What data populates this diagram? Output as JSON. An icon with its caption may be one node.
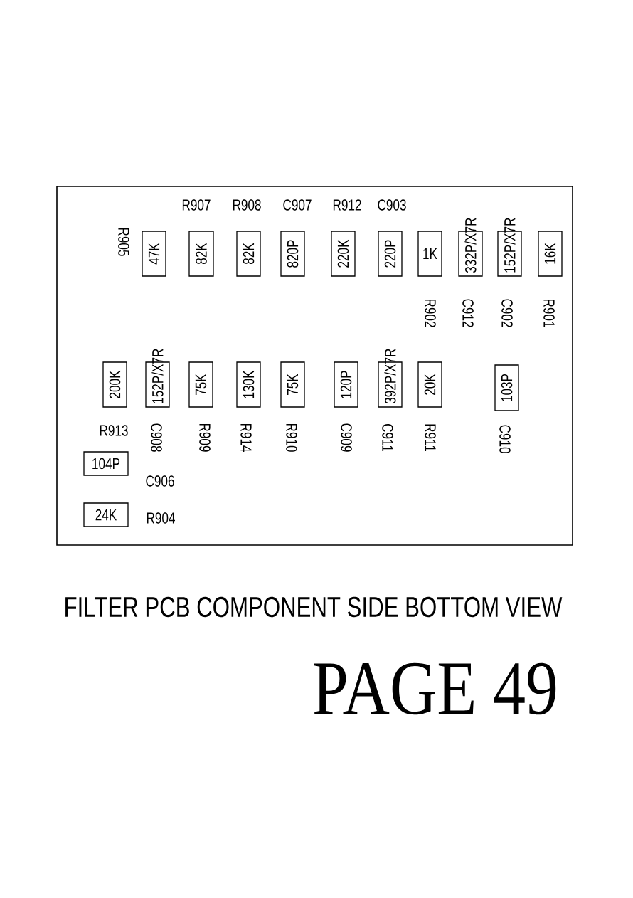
{
  "diagram": {
    "nodes": [
      {
        "text": [],
        "shape": "box"
      },
      {
        "text": [
          "47K"
        ],
        "in": 0,
        "beside": [
          "R905"
        ]
      },
      {
        "text": [
          "82K"
        ],
        "in": 0,
        "beside": [
          "R907"
        ]
      },
      {
        "text": [
          "82K"
        ],
        "in": 0,
        "beside": [
          "R908"
        ]
      },
      {
        "text": [
          "820P"
        ],
        "in": 0,
        "beside": [
          "C907"
        ]
      },
      {
        "text": [
          "220K"
        ],
        "in": 0,
        "beside": [
          "R912"
        ]
      },
      {
        "text": [
          "220P"
        ],
        "in": 0,
        "beside": [
          "C903"
        ]
      },
      {
        "text": [
          "1K"
        ],
        "in": 0,
        "beside": [
          "R902"
        ]
      },
      {
        "text": [
          "332P/X7R"
        ],
        "in": 0,
        "beside": [
          "C912"
        ]
      },
      {
        "text": [
          "152P/X7R"
        ],
        "in": 0,
        "beside": [
          "C902"
        ]
      },
      {
        "text": [
          "16K"
        ],
        "in": 0,
        "beside": [
          "R901"
        ]
      },
      {
        "text": [
          "200K"
        ],
        "in": 0,
        "beside": [
          "R913"
        ]
      },
      {
        "text": [
          "152P/X7R"
        ],
        "in": 0,
        "beside": [
          "C908"
        ]
      },
      {
        "text": [
          "75K"
        ],
        "in": 0,
        "beside": [
          "R909"
        ]
      },
      {
        "text": [
          "130K"
        ],
        "in": 0,
        "beside": [
          "R914"
        ]
      },
      {
        "text": [
          "75K"
        ],
        "in": 0,
        "beside": [
          "R910"
        ]
      },
      {
        "text": [
          "120P"
        ],
        "in": 0,
        "beside": [
          "C909"
        ]
      },
      {
        "text": [
          "392P/X7R"
        ],
        "in": 0,
        "beside": [
          "C911"
        ]
      },
      {
        "text": [
          "20K"
        ],
        "in": 0,
        "beside": [
          "R911"
        ]
      },
      {
        "text": [
          "103P"
        ],
        "in": 0,
        "beside": [
          "C910"
        ]
      },
      {
        "text": [
          "104P"
        ],
        "in": 0,
        "beside": [
          "C906"
        ]
      },
      {
        "text": [
          "24K"
        ],
        "in": 0,
        "beside": [
          "R904"
        ]
      }
    ],
    "labels": [
      "FILTER PCB COMPONENT SIDE BOTTOM VIEW",
      "PAGE 49"
    ]
  }
}
